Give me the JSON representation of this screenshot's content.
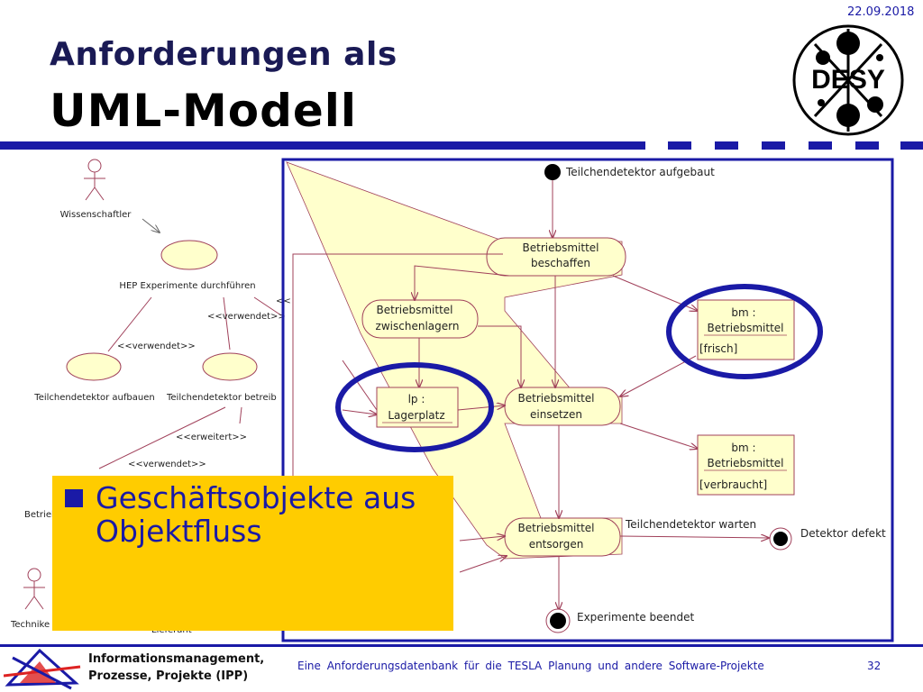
{
  "header": {
    "date": "22.09.2018",
    "title_line1": "Anforderungen als",
    "title_line2": "UML-Modell",
    "logo_text": "DESY"
  },
  "use_case": {
    "actor_scientist": "Wissenschaftler",
    "uc_main": "HEP Experimente durchführen",
    "rel_uses_1": "<<verwendet>>",
    "rel_uses_2": "<<verwendet>>",
    "rel_partial": "<<",
    "uc_build": "Teilchendetektor aufbauen",
    "uc_operate": "Teilchendetektor betreib",
    "rel_extends": "<<erweitert>>",
    "rel_uses_3": "<<verwendet>>",
    "uc_partial": "Betrieb",
    "actor_technician": "Technike",
    "actor_supplier": "Lieferant"
  },
  "activity": {
    "start_label": "Teilchendetektor aufgebaut",
    "act_procure_1": "Betriebsmittel",
    "act_procure_2": "beschaffen",
    "act_store_1": "Betriebsmittel",
    "act_store_2": "zwischenlagern",
    "act_use_1": "Betriebsmittel",
    "act_use_2": "einsetzen",
    "act_dispose_1": "Betriebsmittel",
    "act_dispose_2": "entsorgen",
    "obj_fresh_1": "bm :",
    "obj_fresh_2": "Betriebsmittel",
    "obj_fresh_state": "[frisch]",
    "obj_used_1": "bm :",
    "obj_used_2": "Betriebsmittel",
    "obj_used_state": "[verbraucht]",
    "obj_storage_1": "lp :",
    "obj_storage_2": "Lagerplatz",
    "wait_label": "Teilchendetektor warten",
    "defect_label": "Detektor defekt",
    "end_label": "Experimente beendet"
  },
  "callout": {
    "text": "Geschäftsobjekte aus Objektfluss"
  },
  "footer": {
    "org_line1": "Informationsmanagement,",
    "org_line2": "Prozesse, Projekte (IPP)",
    "title": "Eine Anforderungsdatenbank für die TESLA Planung und andere Software-Projekte",
    "page": "32"
  },
  "colors": {
    "accent_blue": "#1a1aa6",
    "callout_yellow": "#ffcc00",
    "activity_fill": "#ffffcc",
    "flow_line": "#a0405a"
  }
}
